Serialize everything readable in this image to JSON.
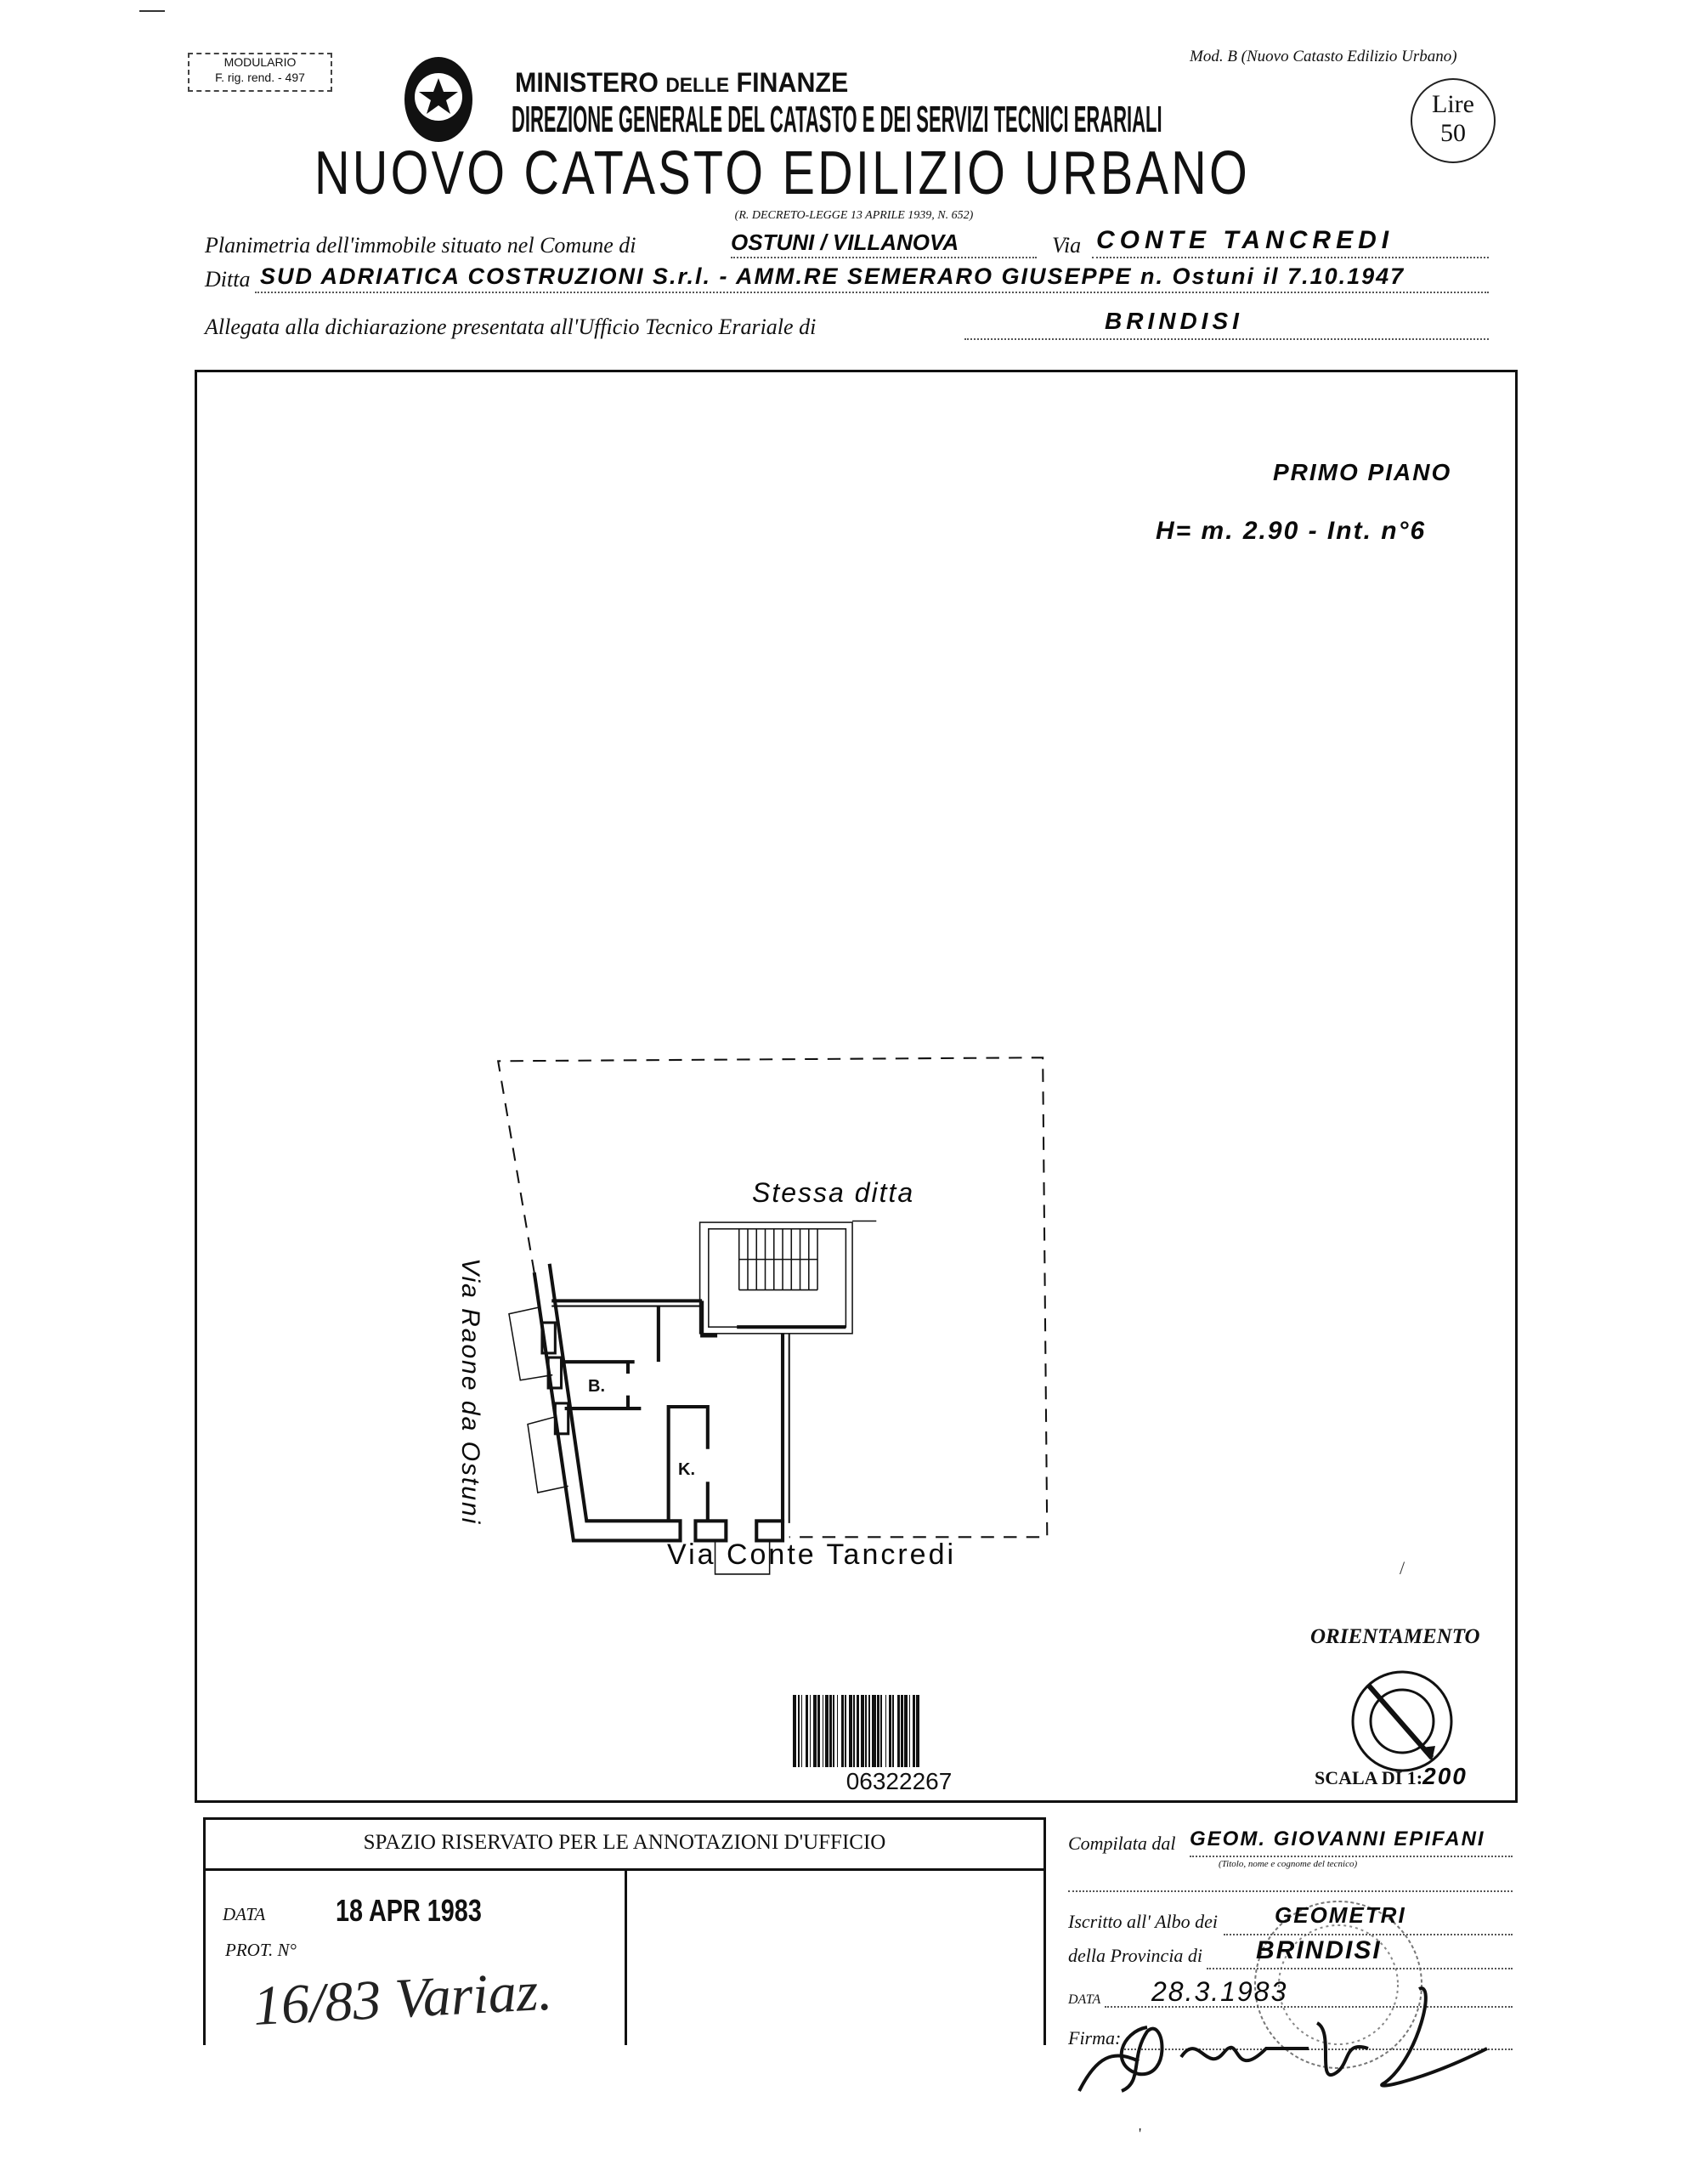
{
  "header": {
    "modulario": {
      "line1": "MODULARIO",
      "line2": "F. rig. rend. - 497"
    },
    "ministry": {
      "part1": "MINISTERO",
      "part2": "DELLE",
      "part3": "FINANZE"
    },
    "direzione": "DIREZIONE GENERALE DEL CATASTO E DEI SERVIZI TECNICI ERARIALI",
    "model": "Mod. B (Nuovo Catasto Edilizio Urbano)",
    "stamp_duty": {
      "label": "Lire",
      "value": "50"
    },
    "title": "NUOVO CATASTO EDILIZIO URBANO",
    "decree": "(R. DECRETO-LEGGE 13 APRILE 1939, N. 652)"
  },
  "form": {
    "planimetria_label": "Planimetria dell'immobile situato nel Comune di",
    "comune": "OSTUNI / VILLANOVA",
    "via_label": "Via",
    "via": "CONTE TANCREDI",
    "ditta_label": "Ditta",
    "ditta": "SUD ADRIATICA COSTRUZIONI S.r.l. - AMM.RE SEMERARO GIUSEPPE  n. Ostuni il 7.10.1947",
    "allegata_label": "Allegata alla dichiarazione presentata all'Ufficio Tecnico Erariale di",
    "ufficio": "BRINDISI"
  },
  "plan": {
    "floor": "PRIMO PIANO",
    "height_note": "H= m. 2.90 - Int. n°6",
    "neighbor": "Stessa ditta",
    "room_bath": "B.",
    "room_kitchen": "K.",
    "street_left": "Via Raone da Ostuni",
    "street_bottom": "Via Conte Tancredi",
    "barcode": "06322267",
    "orientation_label": "ORIENTAMENTO",
    "scale_label": "SCALA DI 1:",
    "scale_value": "200"
  },
  "office": {
    "title": "SPAZIO RISERVATO PER LE ANNOTAZIONI D'UFFICIO",
    "data_label": "DATA",
    "data_value": "18 APR 1983",
    "prot_label": "PROT. N°",
    "prot_value": "16/83 Variaz."
  },
  "technician": {
    "compilata_label": "Compilata dal",
    "compilata_value": "GEOM. GIOVANNI EPIFANI",
    "compilata_hint": "(Titolo, nome e cognome del tecnico)",
    "albo_label": "Iscritto all' Albo dei",
    "albo_value": "GEOMETRI",
    "provincia_label": "della Provincia di",
    "provincia_value": "BRINDISI",
    "data_label": "DATA",
    "data_value": "28.3.1983",
    "firma_label": "Firma:"
  }
}
